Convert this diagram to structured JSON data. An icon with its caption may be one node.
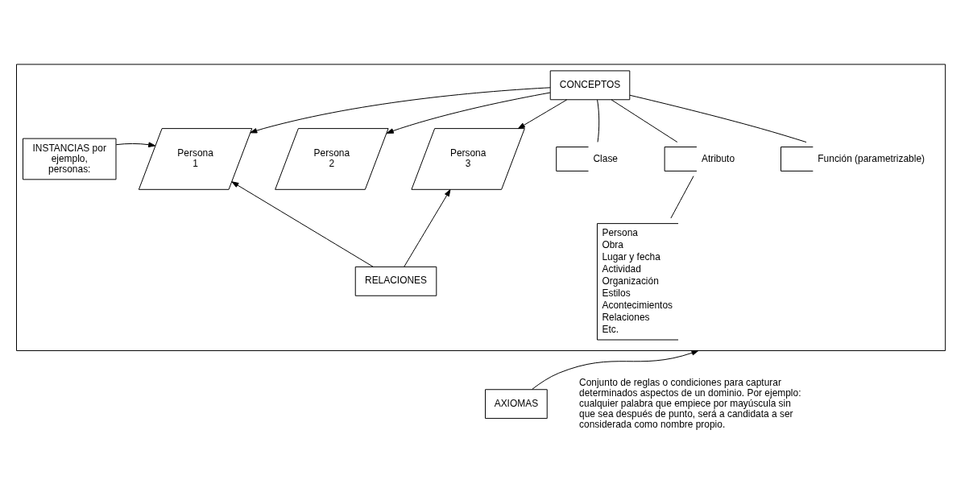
{
  "diagram": {
    "nodes": [
      {
        "text": [],
        "shape": "box"
      },
      {
        "text": [
          "CONCEPTOS"
        ],
        "in": 0
      },
      {
        "text": [
          "INSTANCIAS por ejemplo, personas:"
        ],
        "in": 0
      },
      {
        "text": [
          "Persona 1"
        ],
        "in": 0
      },
      {
        "text": [
          "Persona 2"
        ],
        "in": 0
      },
      {
        "text": [
          "Persona 3"
        ],
        "in": 0
      },
      {
        "text": [
          "RELACIONES"
        ],
        "in": 0
      },
      {
        "text": [
          "Clase"
        ],
        "in": 0
      },
      {
        "text": [
          "Atributo"
        ],
        "in": 0
      },
      {
        "text": [
          "Función (parametrizable)"
        ],
        "in": 0
      },
      {
        "text": [
          "Persona",
          "Obra",
          "Lugar y fecha",
          "Actividad",
          "Organización",
          "Estilos",
          "Acontecimientos",
          "Relaciones",
          "Etc."
        ],
        "in": 0
      },
      {
        "text": [
          "AXIOMAS"
        ]
      }
    ],
    "edges": [
      {
        "from": 1,
        "to": 3,
        "arrow": "to"
      },
      {
        "from": 1,
        "to": 4,
        "arrow": "to"
      },
      {
        "from": 1,
        "to": 5,
        "arrow": "to"
      },
      {
        "from": 2,
        "to": 3,
        "arrow": "to"
      },
      {
        "from": 6,
        "to": 3,
        "arrow": "to"
      },
      {
        "from": 6,
        "to": 5,
        "arrow": "to"
      },
      {
        "from": 1,
        "to": 7,
        "arrow": "none"
      },
      {
        "from": 1,
        "to": 8,
        "arrow": "none"
      },
      {
        "from": 1,
        "to": 9,
        "arrow": "none"
      },
      {
        "from": 8,
        "to": 10,
        "arrow": "none"
      },
      {
        "from": 11,
        "to": 0,
        "arrow": "to"
      }
    ],
    "labels": [
      "Conjunto de reglas o condiciones para capturar determinados aspectos de un dominio. Por ejemplo: cualquier palabra que empiece por mayúscula sin que sea después de punto, será a candidata a ser considerada como nombre propio."
    ]
  }
}
